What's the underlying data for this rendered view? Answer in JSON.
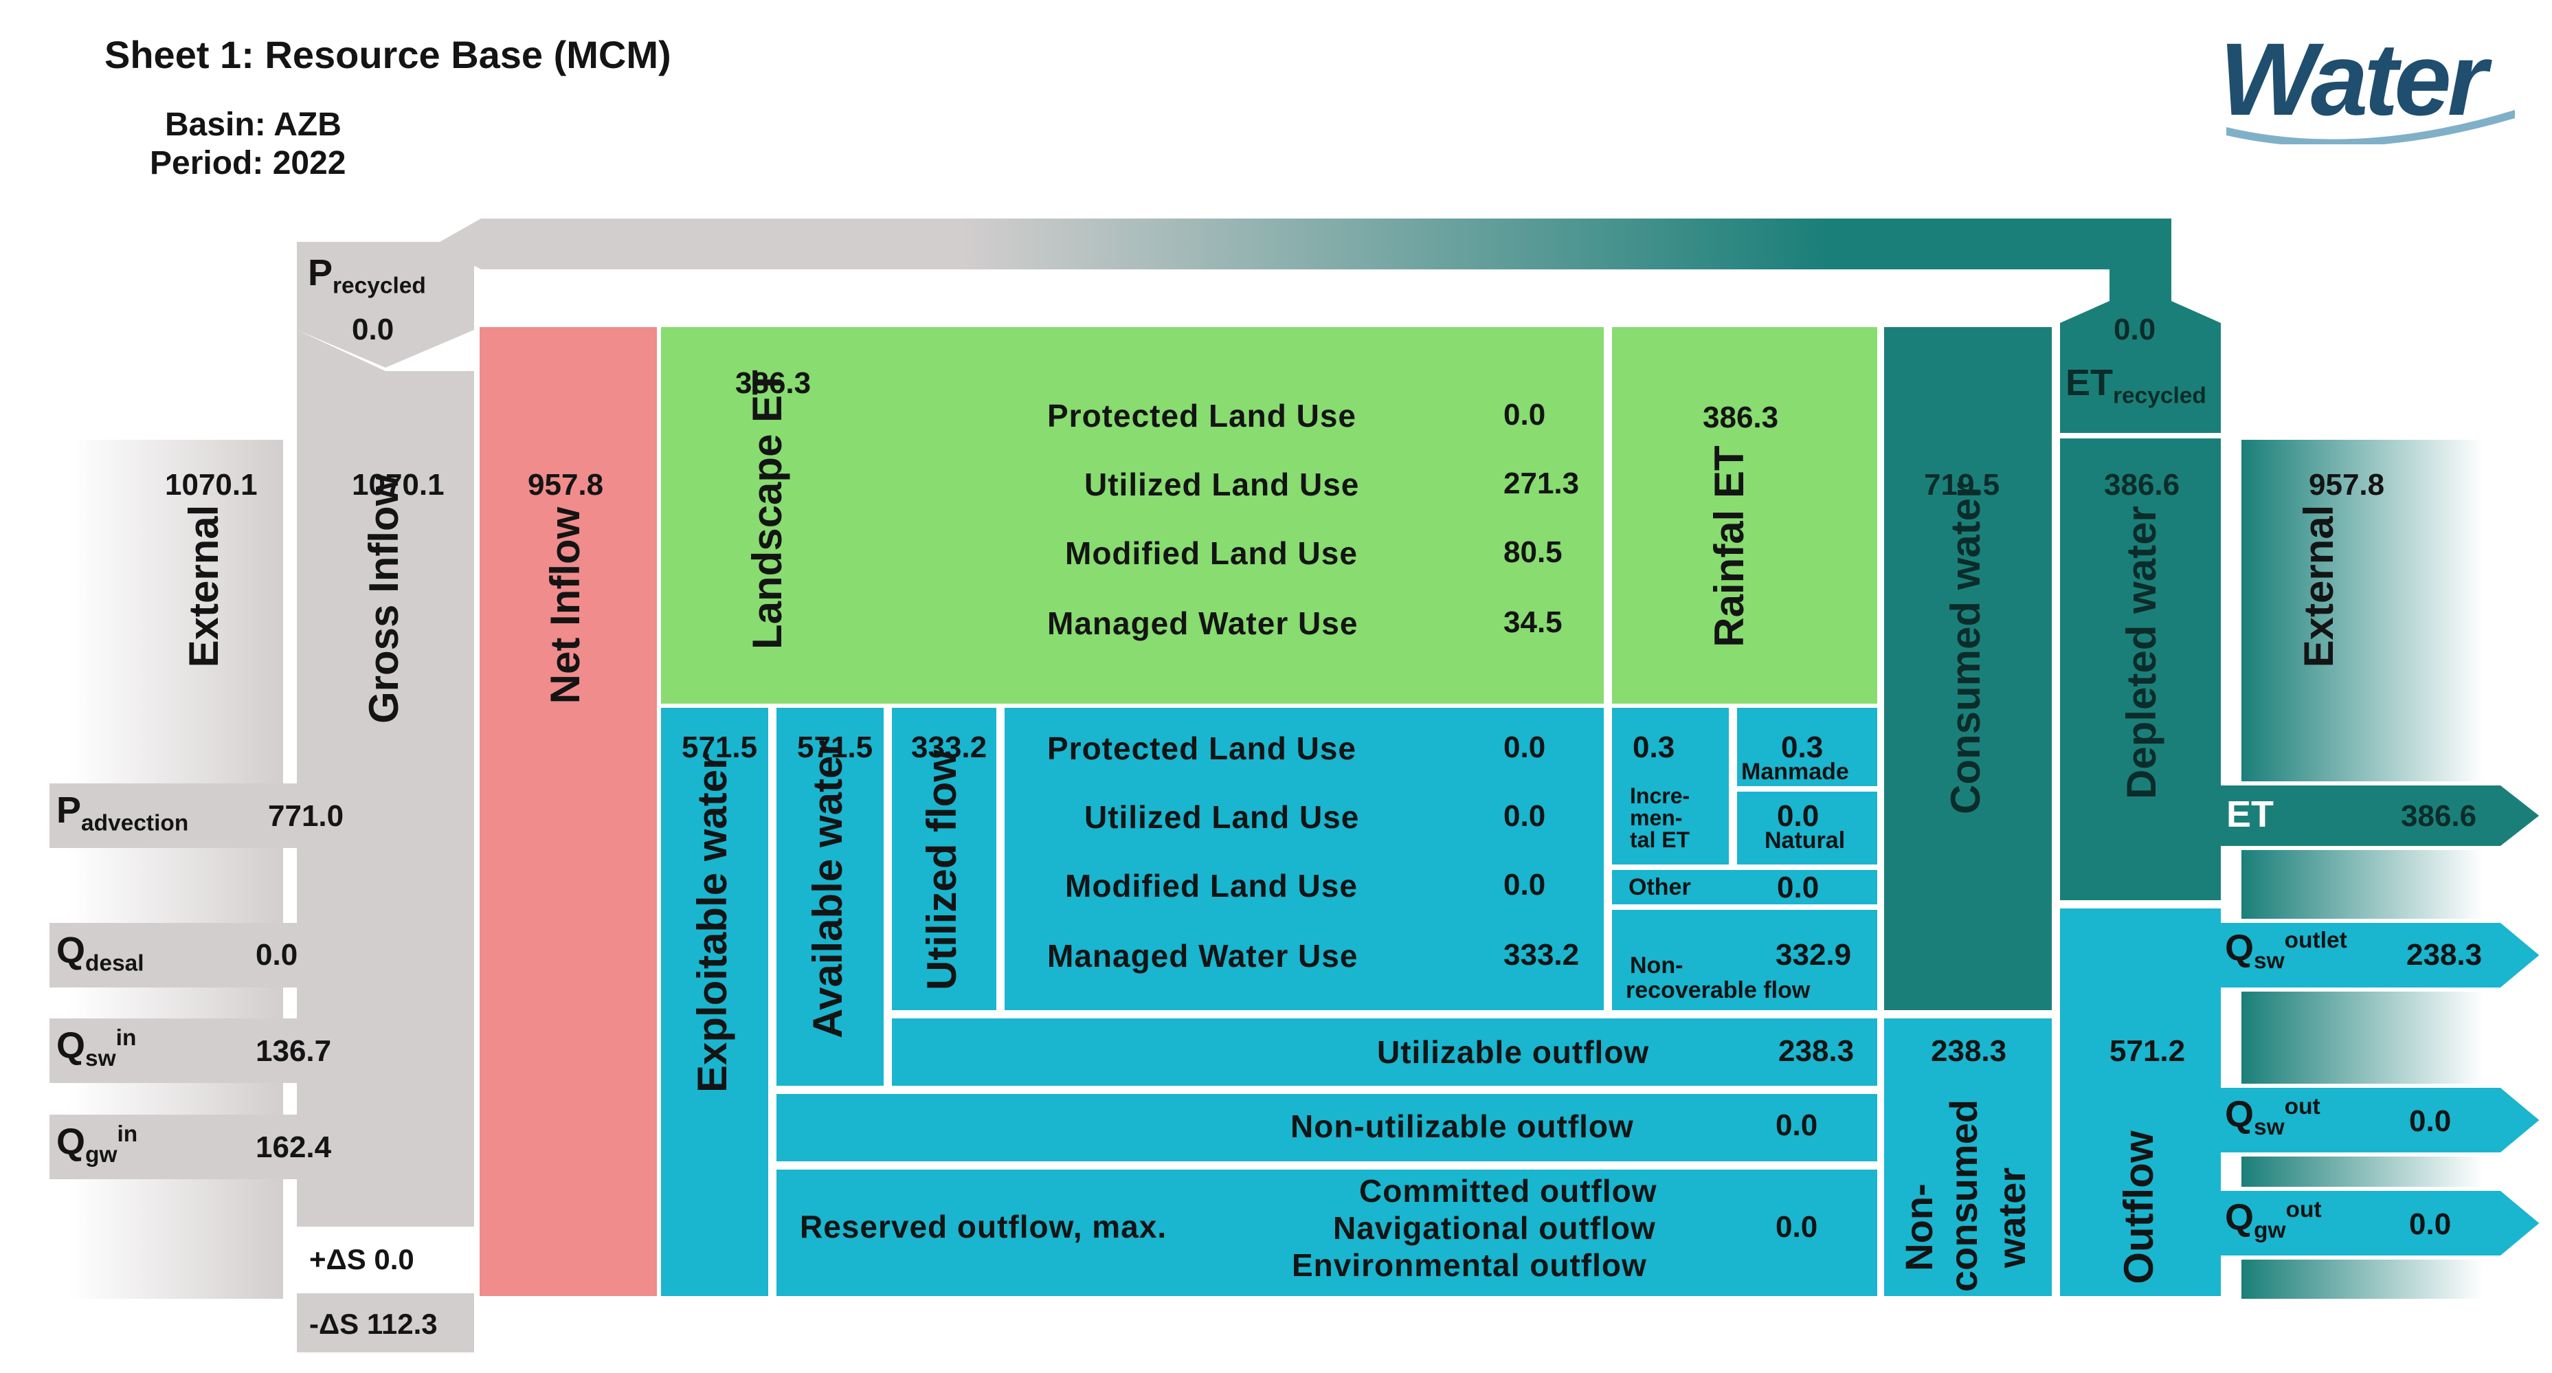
{
  "header": {
    "title": "Sheet 1: Resource Base (MCM)",
    "basin_label": "Basin: AZB",
    "period_label": "Period: 2022",
    "logo_text": "Water"
  },
  "colors": {
    "grey": "#d3cece",
    "green": "#88dc70",
    "blue": "#1ab5cf",
    "teal": "#1b7f79",
    "pink": "#f08c8c"
  },
  "inflow": {
    "external_label": "External",
    "external_value": "1070.1",
    "gross_label": "Gross Inflow",
    "gross_value": "1070.1",
    "net_label": "Net Inflow",
    "net_value": "957.8",
    "p_recycled_main": "P",
    "p_recycled_sub": "recycled",
    "p_recycled_value": "0.0",
    "p_adv_main": "P",
    "p_adv_sub": "advection",
    "p_adv_value": "771.0",
    "q_desal_main": "Q",
    "q_desal_sub": "desal",
    "q_desal_value": "0.0",
    "q_sw_main": "Q",
    "q_sw_sub": "sw",
    "q_sw_sup": "in",
    "q_sw_value": "136.7",
    "q_gw_main": "Q",
    "q_gw_sub": "gw",
    "q_gw_sup": "in",
    "q_gw_value": "162.4",
    "ds_plus": "+ΔS 0.0",
    "ds_minus_label": "-ΔS",
    "ds_minus_value": "112.3"
  },
  "landscape": {
    "label": "Landscape ET",
    "value": "386.3",
    "items": [
      {
        "label": "Protected Land Use",
        "value": "0.0"
      },
      {
        "label": "Utilized Land Use",
        "value": "271.3"
      },
      {
        "label": "Modified Land Use",
        "value": "80.5"
      },
      {
        "label": "Managed Water Use",
        "value": "34.5"
      }
    ],
    "rainfall_label": "Rainfal ET",
    "rainfall_value": "386.3"
  },
  "exploitable": {
    "exploitable_label": "Exploitable water",
    "exploitable_value": "571.5",
    "available_label": "Available water",
    "available_value": "571.5",
    "utilized_label": "Utilized flow",
    "utilized_value": "333.2",
    "items": [
      {
        "label": "Protected Land Use",
        "value": "0.0"
      },
      {
        "label": "Utilized Land Use",
        "value": "0.0"
      },
      {
        "label": "Modified Land Use",
        "value": "0.0"
      },
      {
        "label": "Managed Water Use",
        "value": "333.2"
      }
    ],
    "incremental_value": "0.3",
    "incremental_label": [
      "Incre-",
      "men-",
      "tal ET"
    ],
    "manmade_value": "0.3",
    "manmade_label": "Manmade",
    "natural_value": "0.0",
    "natural_label": "Natural",
    "other_label": "Other",
    "other_value": "0.0",
    "nonrec_label_1": "Non-",
    "nonrec_label_2": "recoverable flow",
    "nonrec_value": "332.9",
    "utilizable_outflow_label": "Utilizable outflow",
    "utilizable_outflow_value": "238.3",
    "nonutilizable_outflow_label": "Non-utilizable outflow",
    "nonutilizable_outflow_value": "0.0",
    "reserved_label": "Reserved outflow, max.",
    "reserved_items": [
      "Committed outflow",
      "Navigational outflow",
      "Environmental outflow"
    ],
    "reserved_value": "0.0"
  },
  "outflow": {
    "consumed_label": "Consumed water",
    "consumed_value": "719.5",
    "nonconsumed_label": [
      "Non-",
      "consumed",
      "water"
    ],
    "nonconsumed_value": "238.3",
    "et_recycled_value": "0.0",
    "et_recycled_main": "ET",
    "et_recycled_sub": "recycled",
    "depleted_label": "Depleted water",
    "depleted_value": "386.6",
    "outflow_label": "Outflow",
    "outflow_value": "571.2",
    "external_label": "External",
    "external_value": "957.8",
    "et_label": "ET",
    "et_value": "386.6",
    "q_sw_outlet_main": "Q",
    "q_sw_outlet_sub": "sw",
    "q_sw_outlet_sup": "outlet",
    "q_sw_outlet_value": "238.3",
    "q_sw_out_main": "Q",
    "q_sw_out_sub": "sw",
    "q_sw_out_sup": "out",
    "q_sw_out_value": "0.0",
    "q_gw_out_main": "Q",
    "q_gw_out_sub": "gw",
    "q_gw_out_sup": "out",
    "q_gw_out_value": "0.0"
  }
}
